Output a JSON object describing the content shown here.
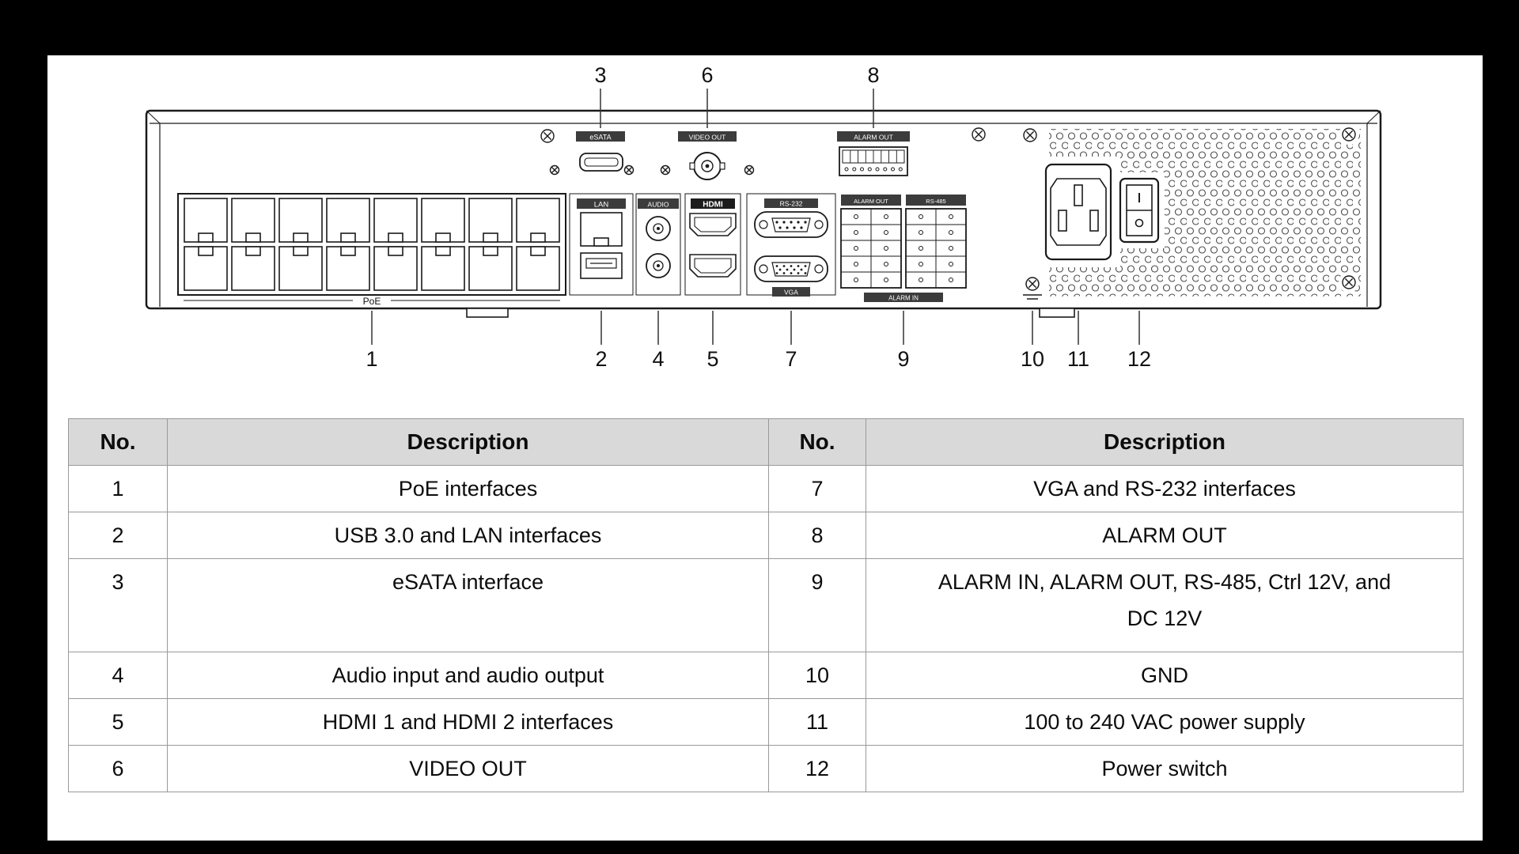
{
  "colors": {
    "background": "#000000",
    "page": "#ffffff",
    "table_header_bg": "#d9d9d9",
    "table_border": "#999999",
    "line_art": "#1a1a1a"
  },
  "diagram": {
    "callouts": {
      "n1": "1",
      "n2": "2",
      "n3": "3",
      "n4": "4",
      "n5": "5",
      "n6": "6",
      "n7": "7",
      "n8": "8",
      "n9": "9",
      "n10": "10",
      "n11": "11",
      "n12": "12"
    },
    "labels": {
      "poe": "PoE",
      "lan": "LAN",
      "audio": "AUDIO",
      "esata": "eSATA",
      "video_out": "VIDEO OUT",
      "hdmi_logo": "HDMI",
      "rs232": "RS-232",
      "vga": "VGA",
      "alarm_out_top": "ALARM OUT",
      "alarm_out": "ALARM OUT",
      "rs485": "RS-485",
      "alarm_in": "ALARM IN"
    }
  },
  "table": {
    "headers": [
      "No.",
      "Description",
      "No.",
      "Description"
    ],
    "rows": [
      [
        "1",
        "PoE interfaces",
        "7",
        "VGA and RS-232 interfaces"
      ],
      [
        "2",
        "USB 3.0 and LAN interfaces",
        "8",
        "ALARM OUT"
      ],
      [
        "3",
        "eSATA interface",
        "9",
        "ALARM IN, ALARM OUT, RS-485, Ctrl 12V, and\nDC 12V"
      ],
      [
        "4",
        "Audio input and audio output",
        "10",
        "GND"
      ],
      [
        "5",
        "HDMI 1 and HDMI 2 interfaces",
        "11",
        "100 to 240 VAC power supply"
      ],
      [
        "6",
        "VIDEO OUT",
        "12",
        "Power switch"
      ]
    ]
  }
}
